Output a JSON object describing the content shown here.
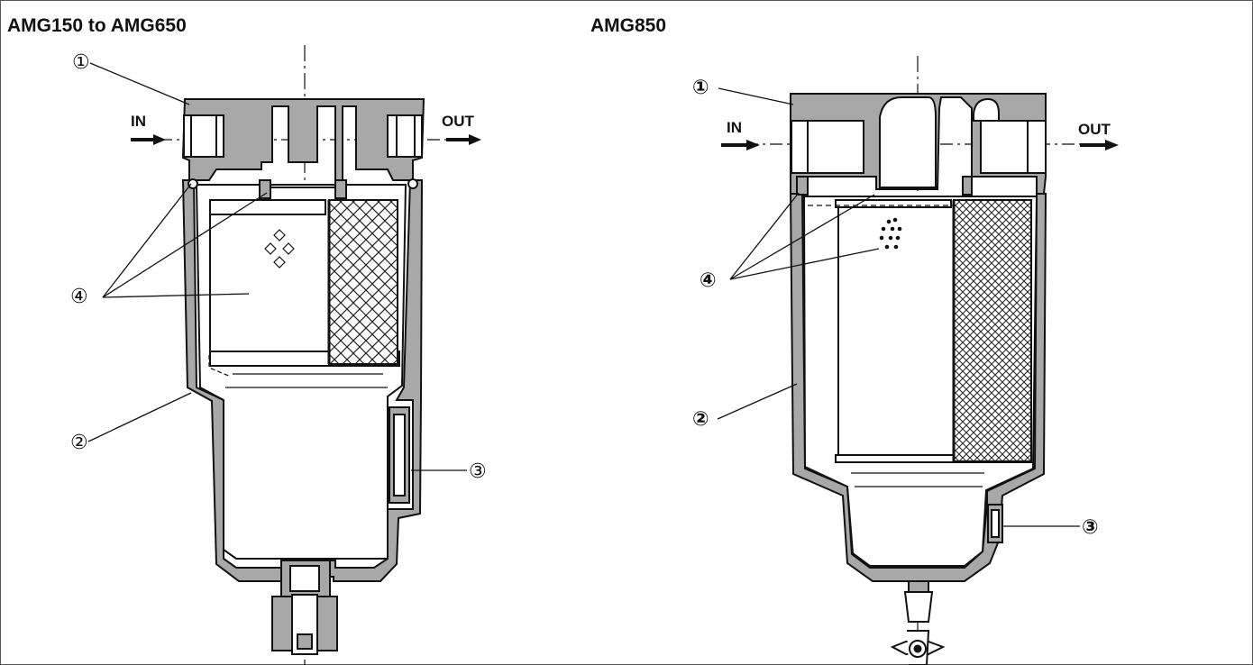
{
  "panels": [
    {
      "title": "AMG150 to AMG650",
      "flow_in": "IN",
      "flow_out": "OUT",
      "callouts": [
        "①",
        "②",
        "③",
        "④"
      ]
    },
    {
      "title": "AMG850",
      "flow_in": "IN",
      "flow_out": "OUT",
      "callouts": [
        "①",
        "②",
        "③",
        "④"
      ]
    }
  ],
  "colors": {
    "body_fill": "#a8a8a8",
    "line": "#111111",
    "background": "#ffffff"
  }
}
